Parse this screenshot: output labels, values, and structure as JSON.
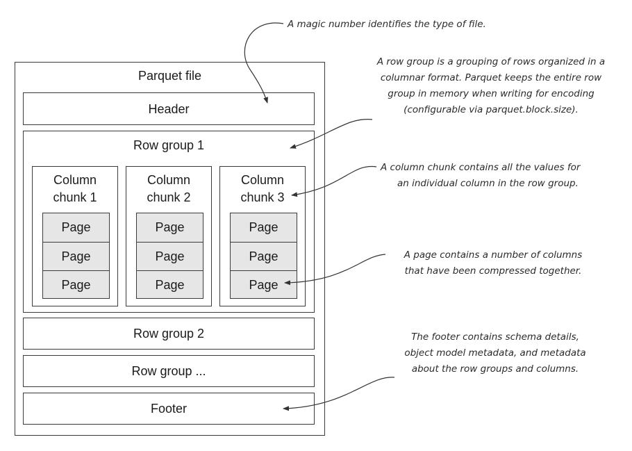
{
  "diagram": {
    "file_title": "Parquet file",
    "header": "Header",
    "row_group_1": {
      "title": "Row group 1",
      "chunks": [
        {
          "line1": "Column",
          "line2": "chunk 1",
          "pages": [
            "Page",
            "Page",
            "Page"
          ]
        },
        {
          "line1": "Column",
          "line2": "chunk 2",
          "pages": [
            "Page",
            "Page",
            "Page"
          ]
        },
        {
          "line1": "Column",
          "line2": "chunk 3",
          "pages": [
            "Page",
            "Page",
            "Page"
          ]
        }
      ]
    },
    "row_group_2": "Row group 2",
    "row_group_more": "Row group ...",
    "footer": "Footer"
  },
  "annotations": {
    "magic_number": [
      "A magic number identifies the type of file."
    ],
    "row_group": [
      "A row group is a grouping of rows organized in a",
      "columnar format. Parquet keeps the entire row",
      "group in memory when writing for encoding",
      "(configurable via parquet.block.size)."
    ],
    "column_chunk": [
      "A column chunk contains all the values for",
      "an individual column in the row group."
    ],
    "page": [
      "A page contains a number of columns",
      "that have been compressed together."
    ],
    "footer": [
      "The footer contains schema details,",
      "object model metadata, and metadata",
      "about the row groups and columns."
    ]
  }
}
